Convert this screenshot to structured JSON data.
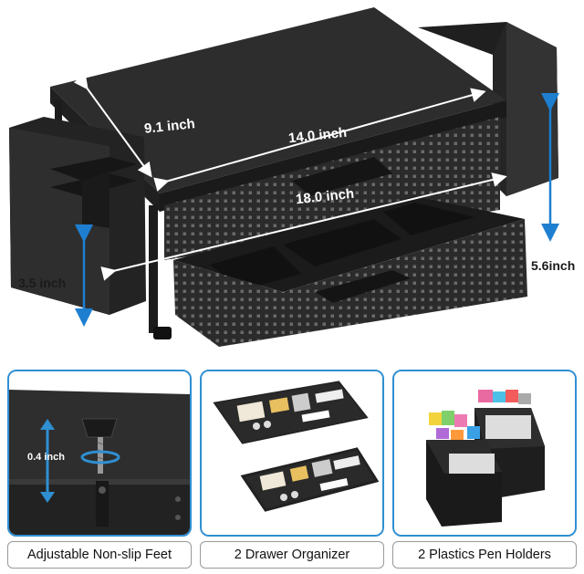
{
  "dimensions": {
    "depth": "9.1 inch",
    "width_top": "14.0 inch",
    "width_total": "18.0 inch",
    "height_side": "3.5 inch",
    "height_total": "5.6inch"
  },
  "feet_panel": {
    "label": "0.4 inch",
    "caption": "Adjustable Non-slip Feet"
  },
  "drawer_panel": {
    "caption": "2 Drawer Organizer"
  },
  "pen_panel": {
    "caption": "2 Plastics Pen Holders"
  },
  "colors": {
    "accent": "#2f8fd1",
    "product": "#2a2a2a",
    "arrow": "#1e7fd0"
  }
}
